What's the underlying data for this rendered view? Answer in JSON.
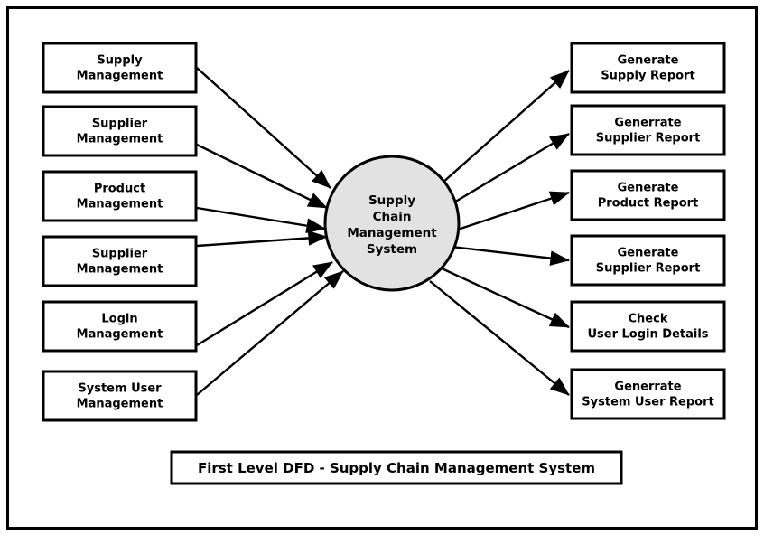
{
  "diagram": {
    "title": "First Level DFD - Supply Chain Management System",
    "process": {
      "name": "Supply Chain Management System",
      "lines": [
        "Supply",
        "Chain",
        "Management",
        "System"
      ],
      "fill_color": "#e2e2e2",
      "stroke_color": "#000000"
    },
    "frame": {
      "stroke_color": "#000000",
      "background_color": "#ffffff"
    },
    "inputs": [
      {
        "id": "supply-management",
        "lines": [
          "Supply",
          "Management"
        ],
        "label": "Supply Management"
      },
      {
        "id": "supplier-management-1",
        "lines": [
          "Supplier",
          "Management"
        ],
        "label": "Supplier Management"
      },
      {
        "id": "product-management",
        "lines": [
          "Product",
          "Management"
        ],
        "label": "Product Management"
      },
      {
        "id": "supplier-management-2",
        "lines": [
          "Supplier",
          "Management"
        ],
        "label": "Supplier Management"
      },
      {
        "id": "login-management",
        "lines": [
          "Login",
          "Management"
        ],
        "label": "Login Management"
      },
      {
        "id": "system-user-management",
        "lines": [
          "System User",
          "Management"
        ],
        "label": "System User Management"
      }
    ],
    "outputs": [
      {
        "id": "generate-supply-report",
        "lines": [
          "Generate",
          "Supply Report"
        ],
        "label": "Generate Supply Report"
      },
      {
        "id": "generrate-supplier-report",
        "lines": [
          "Generrate",
          "Supplier Report"
        ],
        "label": "Generrate Supplier Report"
      },
      {
        "id": "generate-product-report",
        "lines": [
          "Generate",
          "Product Report"
        ],
        "label": "Generate Product Report"
      },
      {
        "id": "generate-supplier-report",
        "lines": [
          "Generate",
          "Supplier Report"
        ],
        "label": "Generate Supplier Report"
      },
      {
        "id": "check-user-login-details",
        "lines": [
          "Check",
          "User Login Details"
        ],
        "label": "Check User Login Details"
      },
      {
        "id": "generrate-system-user-report",
        "lines": [
          "Generrate",
          "System User Report"
        ],
        "label": "Generrate System User Report"
      }
    ]
  }
}
